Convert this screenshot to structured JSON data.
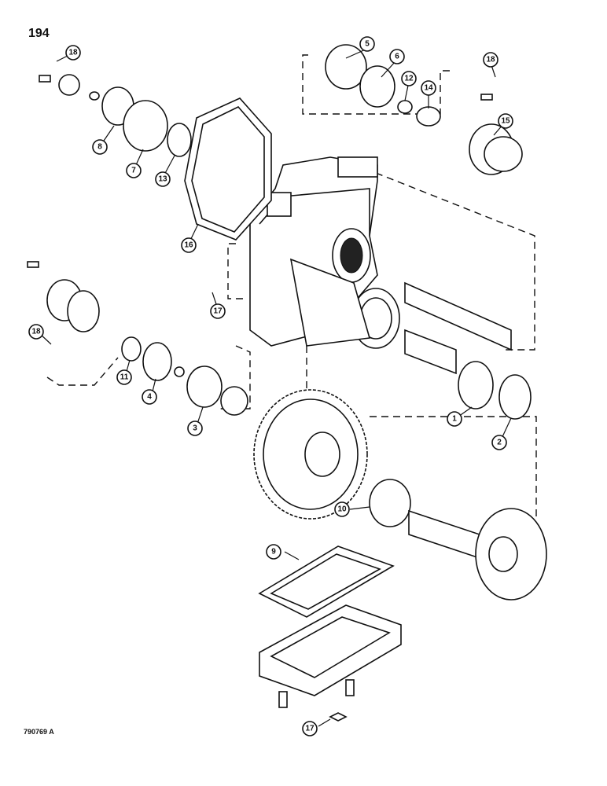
{
  "page_number": "194",
  "figure_id": "790769 A",
  "colors": {
    "ink": "#111111",
    "paper": "#ffffff"
  },
  "callouts": {
    "c1": "1",
    "c2": "2",
    "c3": "3",
    "c4": "4",
    "c5": "5",
    "c6": "6",
    "c7": "7",
    "c8": "8",
    "c9": "9",
    "c10": "10",
    "c11": "11",
    "c12": "12",
    "c13": "13",
    "c14": "14",
    "c15": "15",
    "c16": "16",
    "c17a": "17",
    "c17b": "17",
    "c18a": "18",
    "c18b": "18",
    "c18c": "18"
  }
}
